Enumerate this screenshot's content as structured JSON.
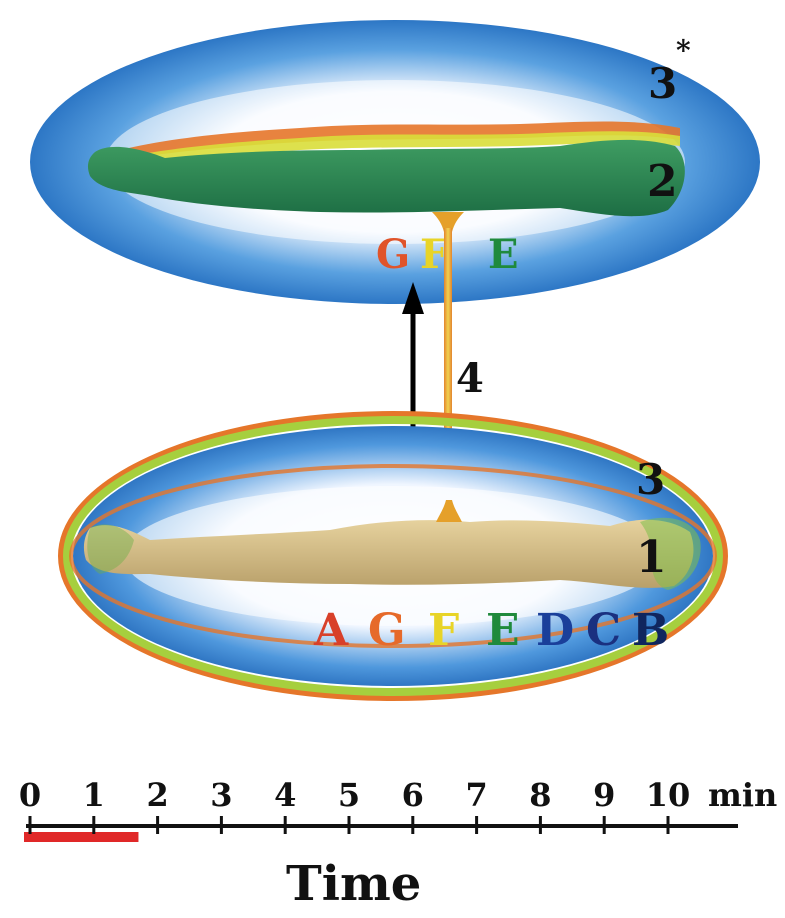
{
  "upper": {
    "number": "2",
    "field_label": "3",
    "asterisk": "*",
    "letters": [
      {
        "text": "G",
        "color": "#e0542a"
      },
      {
        "text": "F",
        "color": "#e8d428"
      },
      {
        "text": "E",
        "color": "#1f8a3c"
      }
    ]
  },
  "connector": {
    "label": "4"
  },
  "lower": {
    "number": "1",
    "field_label": "3",
    "letters": [
      {
        "text": "A",
        "color": "#d8402a"
      },
      {
        "text": "G",
        "color": "#e66a2a"
      },
      {
        "text": "F",
        "color": "#e8d428"
      },
      {
        "text": "E",
        "color": "#1f8a3c"
      },
      {
        "text": "D",
        "color": "#1a3f9a"
      },
      {
        "text": "C",
        "color": "#1a3080"
      },
      {
        "text": "B",
        "color": "#10265e"
      }
    ]
  },
  "timeline": {
    "ticks": [
      "0",
      "1",
      "2",
      "3",
      "4",
      "5",
      "6",
      "7",
      "8",
      "9",
      "10"
    ],
    "unit": "min",
    "axis_title": "Time",
    "highlight_end_min": 1.7,
    "highlight_color": "#e02828"
  },
  "colors": {
    "field_blue": "#1f6fc0",
    "field_white": "#ffffff",
    "body_green": "#2f8f58",
    "body_skin": "#d8c088",
    "ring_green": "#9cc83a",
    "ring_orange": "#e57a2a"
  }
}
